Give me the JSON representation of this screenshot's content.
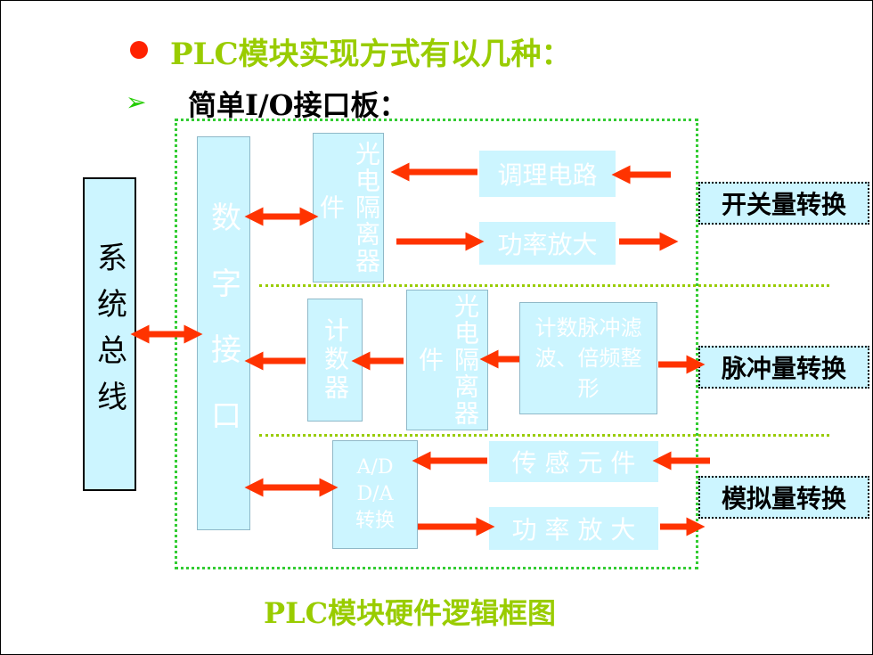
{
  "header": {
    "title": "PLC模块实现方式有以几种：",
    "subtitle": "简单I/O接口板："
  },
  "diagram": {
    "system_bus": "系统总线",
    "digital_interface": "数字接口",
    "switch": {
      "opto_isolator": "光电隔离器件",
      "conditioning": "调理电路",
      "power_amp": "功率放大",
      "label": "开关量转换"
    },
    "pulse": {
      "counter": "计数器",
      "opto_isolator": "光电隔离器件",
      "shaping": "计数脉冲滤波、倍频整形",
      "label": "脉冲量转换"
    },
    "analog": {
      "converter_line1": "A/D",
      "converter_line2": "D/A",
      "converter_line3": "转换",
      "sensor": "传 感 元 件",
      "power_amp": "功 率 放 大",
      "label": "模拟量转换"
    },
    "caption": "PLC模块硬件逻辑框图"
  },
  "colors": {
    "title_green": "#99cc00",
    "bullet_red": "#ff2200",
    "box_fill": "#ccf5ff",
    "arrow_red": "#ff3300",
    "dotted_green": "#33cc33"
  }
}
